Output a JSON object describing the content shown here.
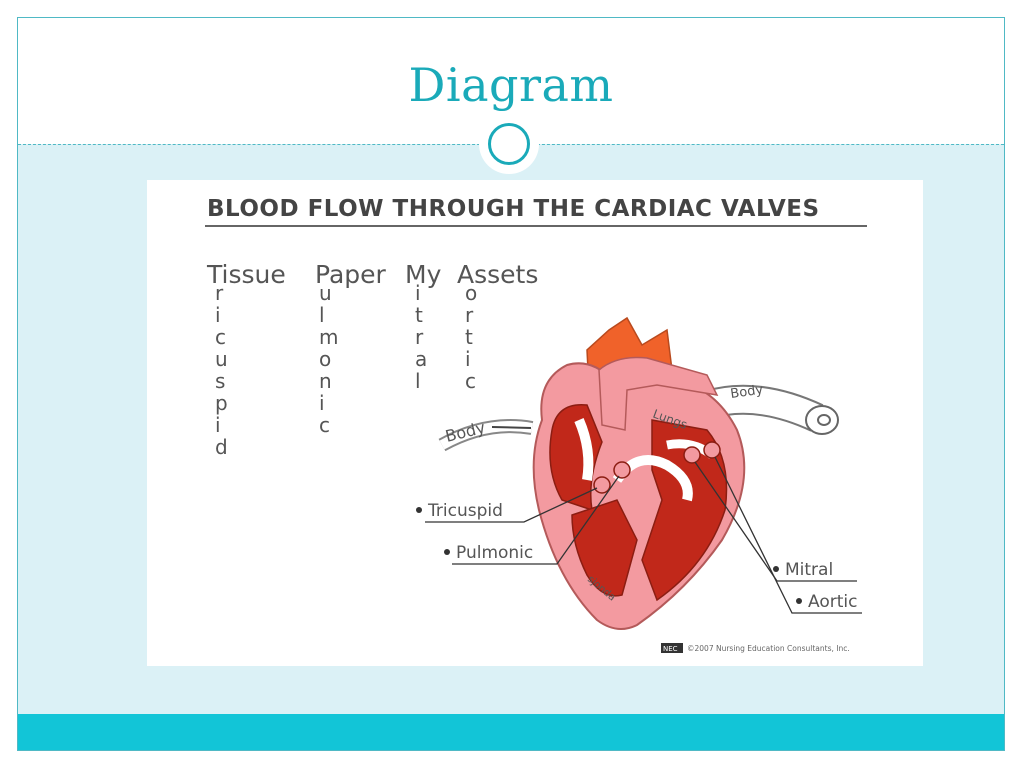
{
  "slide": {
    "title": "Diagram"
  },
  "figure": {
    "heading": "BLOOD FLOW THROUGH THE CARDIAC VALVES",
    "mnemonic": [
      "Tissue",
      "Paper",
      "My",
      "Assets"
    ],
    "acronym_columns": [
      {
        "first": "T",
        "rest": [
          "r",
          "i",
          "c",
          "u",
          "s",
          "p",
          "i",
          "d"
        ]
      },
      {
        "first": "P",
        "rest": [
          "u",
          "l",
          "m",
          "o",
          "n",
          "i",
          "c"
        ]
      },
      {
        "first": "M",
        "rest": [
          "i",
          "t",
          "r",
          "a",
          "l"
        ]
      },
      {
        "first": "A",
        "rest": [
          "o",
          "r",
          "t",
          "i",
          "c"
        ]
      }
    ],
    "flow_labels": {
      "body_in": "Body",
      "lungs": "Lungs",
      "body_out": "Body"
    },
    "valve_labels": {
      "tricuspid": "Tricuspid",
      "pulmonic": "Pulmonic",
      "mitral": "Mitral",
      "aortic": "Aortic"
    },
    "signature": "sjonda",
    "copyright_logo": "NEC",
    "copyright": "©2007 Nursing Education Consultants, Inc."
  },
  "colors": {
    "accent": "#1aaab9",
    "content_bg": "#dbf1f6",
    "bottom_bar": "#12c5d7",
    "heart_outer": "#f39aa0",
    "heart_inner": "#c1281a",
    "aorta": "#f0622a"
  }
}
